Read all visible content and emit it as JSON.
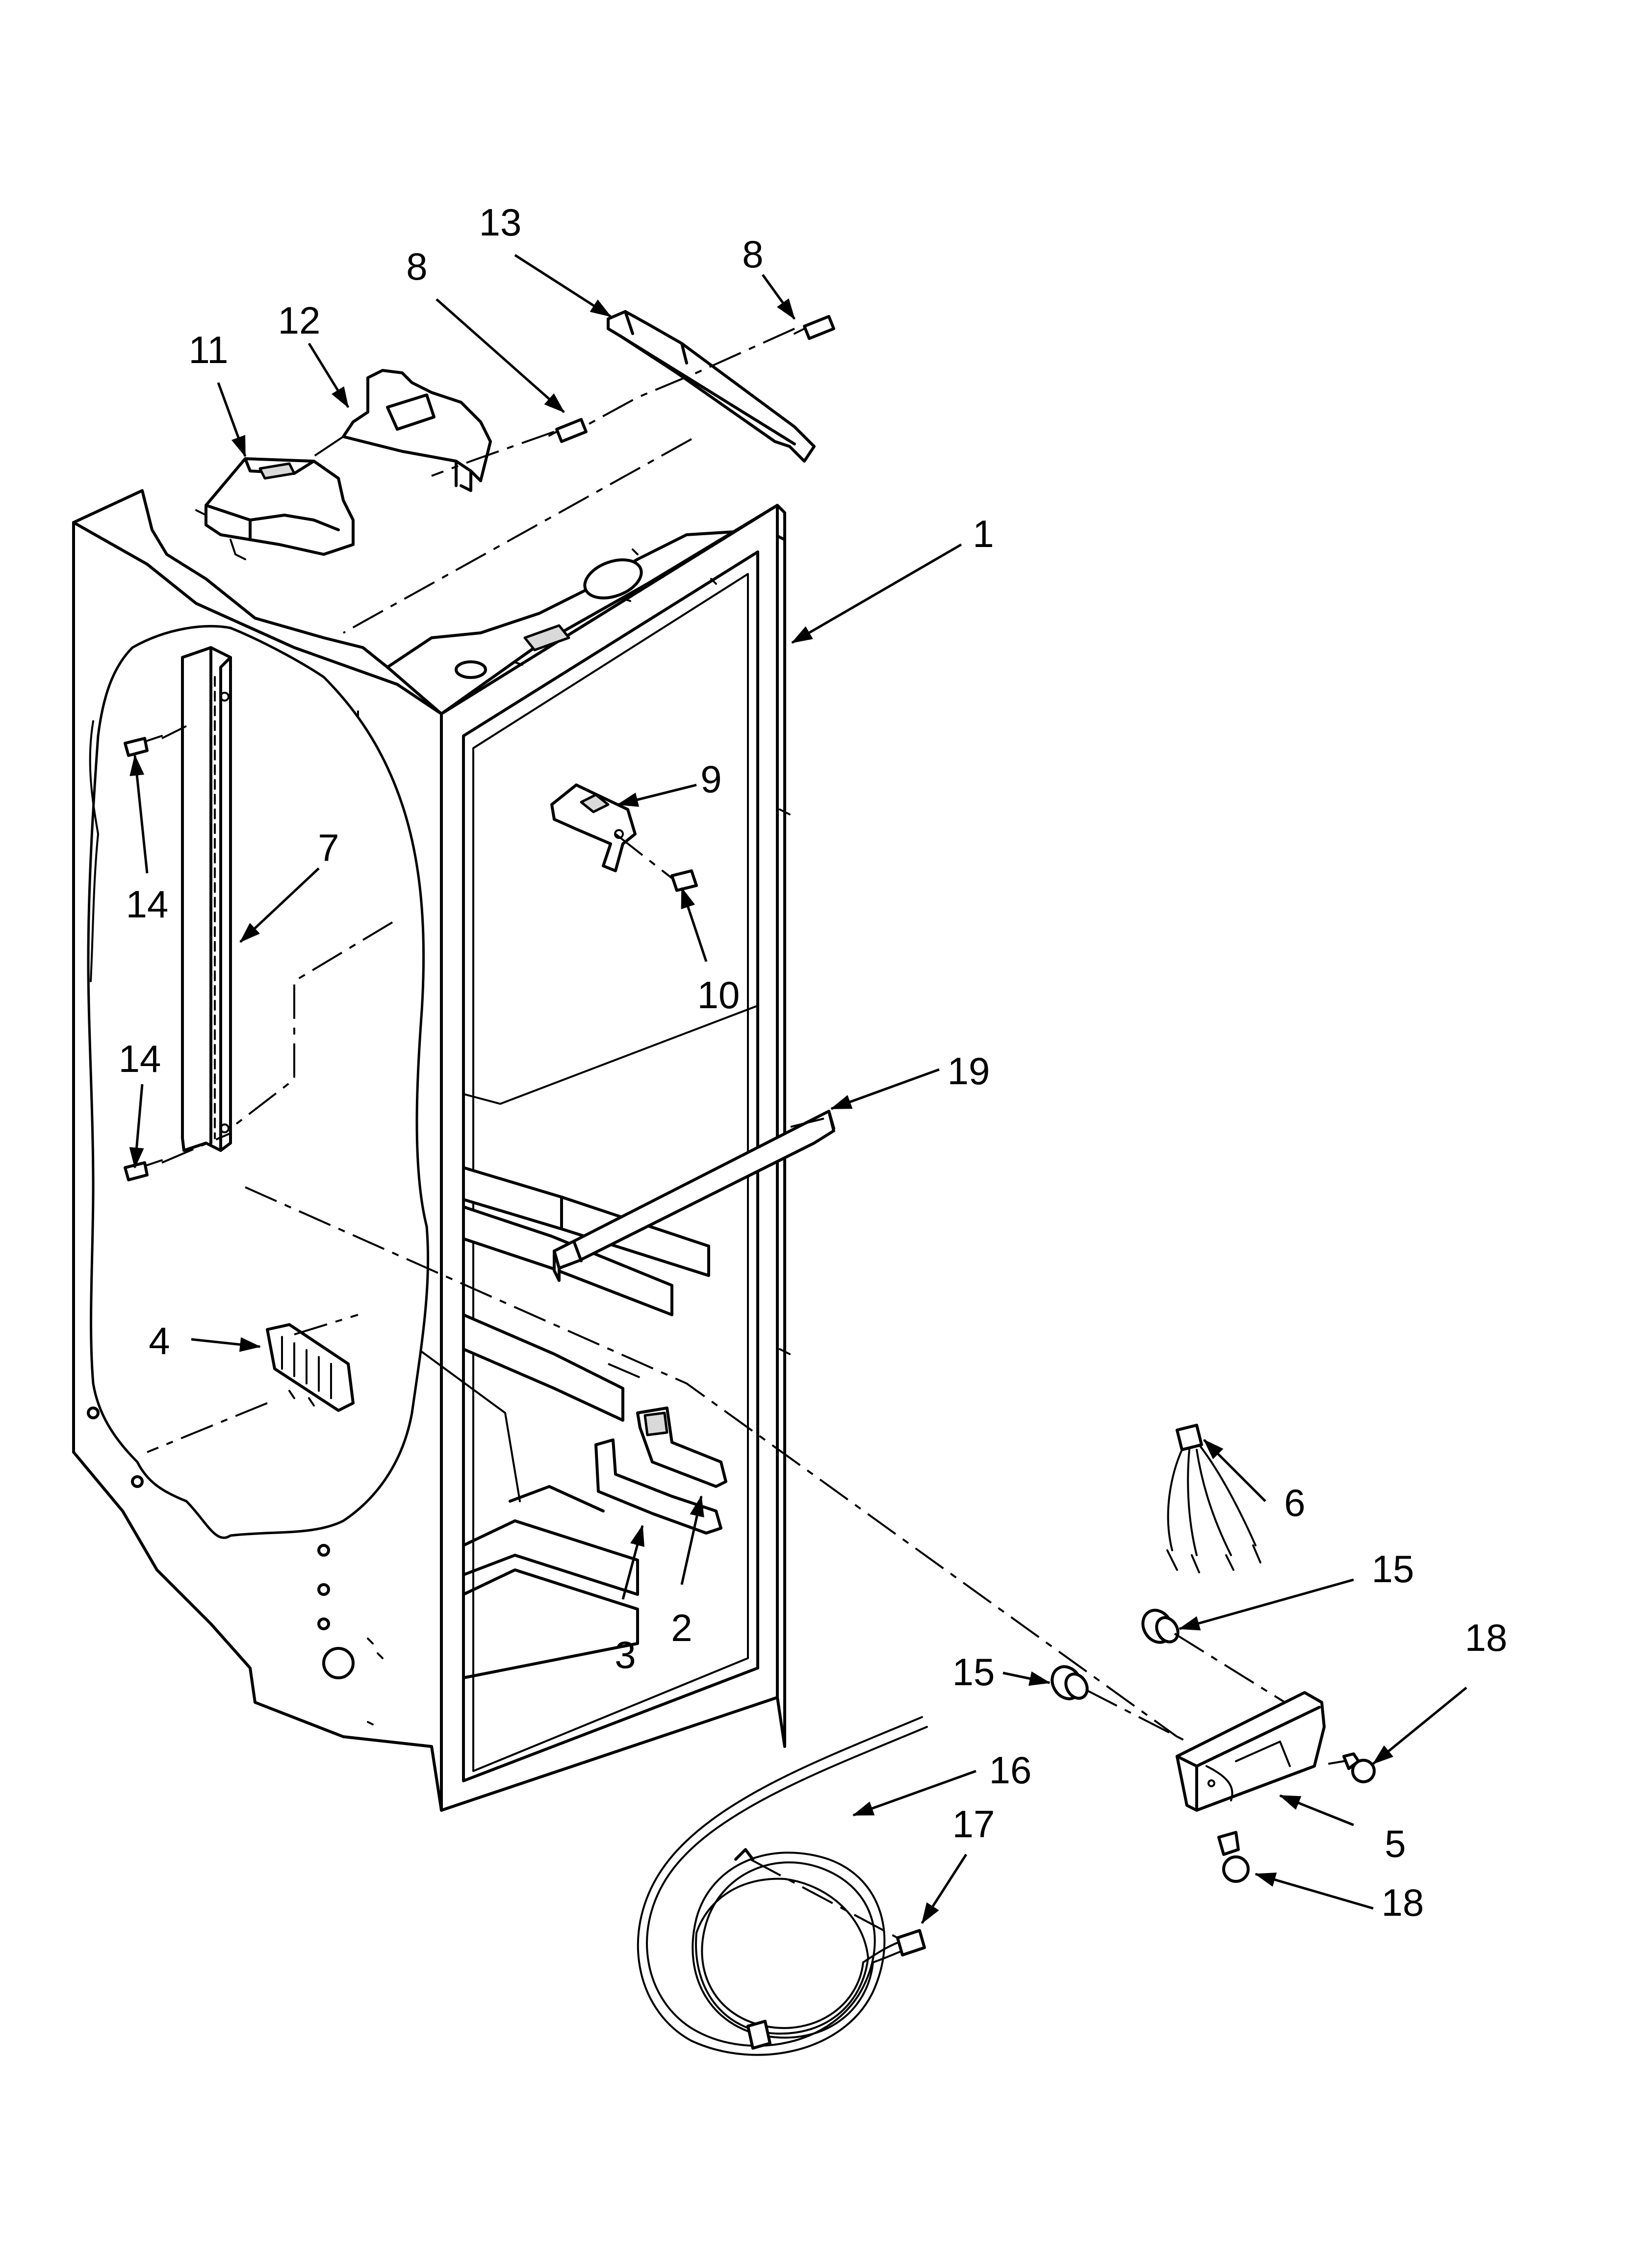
{
  "callouts": [
    {
      "id": "c13",
      "text": "13"
    },
    {
      "id": "c8a",
      "text": "8"
    },
    {
      "id": "c8b",
      "text": "8"
    },
    {
      "id": "c12",
      "text": "12"
    },
    {
      "id": "c11",
      "text": "11"
    },
    {
      "id": "c1",
      "text": "1"
    },
    {
      "id": "c9",
      "text": "9"
    },
    {
      "id": "c7",
      "text": "7"
    },
    {
      "id": "c14a",
      "text": "14"
    },
    {
      "id": "c10",
      "text": "10"
    },
    {
      "id": "c14b",
      "text": "14"
    },
    {
      "id": "c19",
      "text": "19"
    },
    {
      "id": "c4",
      "text": "4"
    },
    {
      "id": "c6",
      "text": "6"
    },
    {
      "id": "c15a",
      "text": "15"
    },
    {
      "id": "c18a",
      "text": "18"
    },
    {
      "id": "c3",
      "text": "3"
    },
    {
      "id": "c2",
      "text": "2"
    },
    {
      "id": "c15b",
      "text": "15"
    },
    {
      "id": "c16",
      "text": "16"
    },
    {
      "id": "c17",
      "text": "17"
    },
    {
      "id": "c5",
      "text": "5"
    },
    {
      "id": "c18b",
      "text": "18"
    }
  ]
}
